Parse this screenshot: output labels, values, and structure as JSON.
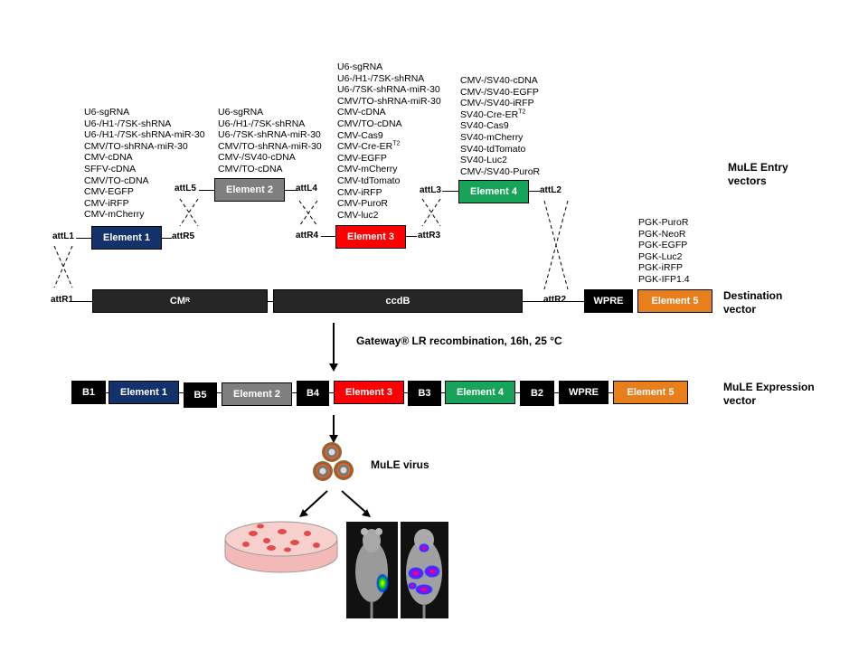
{
  "entry": {
    "label_line1": "MuLE Entry",
    "label_line2": "vectors",
    "element1": {
      "name": "Element 1",
      "left": "attL1",
      "right": "attR5",
      "options": [
        "U6-sgRNA",
        "U6-/H1-/7SK-shRNA",
        "U6-/H1-/7SK-shRNA-miR-30",
        "CMV/TO-shRNA-miR-30",
        "CMV-cDNA",
        "SFFV-cDNA",
        "CMV/TO-cDNA",
        "CMV-EGFP",
        "CMV-iRFP",
        "CMV-mCherry"
      ]
    },
    "element2": {
      "name": "Element 2",
      "left": "attL5",
      "right": "attL4",
      "options": [
        "U6-sgRNA",
        "U6-/H1-/7SK-shRNA",
        "U6-/7SK-shRNA-miR-30",
        "CMV/TO-shRNA-miR-30",
        "CMV-/SV40-cDNA",
        "CMV/TO-cDNA"
      ]
    },
    "element3": {
      "name": "Element 3",
      "left": "attR4",
      "right": "attR3",
      "options_before_cre": [
        "U6-sgRNA",
        "U6-/H1-/7SK-shRNA",
        "U6-/7SK-shRNA-miR-30",
        "CMV/TO-shRNA-miR-30",
        "CMV-cDNA",
        "CMV/TO-cDNA",
        "CMV-Cas9"
      ],
      "cre": "CMV-Cre-ER",
      "cre_sup": "T2",
      "options_after_cre": [
        "CMV-EGFP",
        "CMV-mCherry",
        "CMV-tdTomato",
        "CMV-iRFP",
        "CMV-PuroR",
        "CMV-luc2"
      ]
    },
    "element4": {
      "name": "Element 4",
      "left": "attL3",
      "right": "attL2",
      "options_before_cre": [
        "CMV-/SV40-cDNA",
        "CMV-/SV40-EGFP",
        "CMV-/SV40-iRFP"
      ],
      "cre": "SV40-Cre-ER",
      "cre_sup": "T2",
      "options_after_cre": [
        "SV40-Cas9",
        "SV40-mCherry",
        "SV40-tdTomato",
        "SV40-Luc2",
        "CMV-/SV40-PuroR"
      ]
    },
    "element5": {
      "name": "Element 5",
      "options": [
        "PGK-PuroR",
        "PGK-NeoR",
        "PGK-EGFP",
        "PGK-Luc2",
        "PGK-iRFP",
        "PGK-IFP1.4"
      ]
    }
  },
  "destination": {
    "label_line1": "Destination",
    "label_line2": "vector",
    "attR1": "attR1",
    "attR2": "attR2",
    "cm": "CM",
    "cm_sup": "R",
    "ccdb": "ccdB",
    "wpre": "WPRE",
    "element5": "Element 5"
  },
  "reaction": "Gateway® LR recombination, 16h,  25 °C",
  "expression": {
    "label_line1": "MuLE Expression",
    "label_line2": "vector",
    "b1": "B1",
    "e1": "Element 1",
    "b5": "B5",
    "e2": "Element 2",
    "b4": "B4",
    "e3": "Element 3",
    "b3": "B3",
    "e4": "Element 4",
    "b2": "B2",
    "wpre": "WPRE",
    "e5": "Element 5"
  },
  "virus_label": "MuLE virus",
  "colors": {
    "navy": "#13316b",
    "grey": "#7f7f7f",
    "red": "#ff0000",
    "green": "#17a35a",
    "orange": "#e97e1d",
    "black": "#1f1f1f"
  }
}
